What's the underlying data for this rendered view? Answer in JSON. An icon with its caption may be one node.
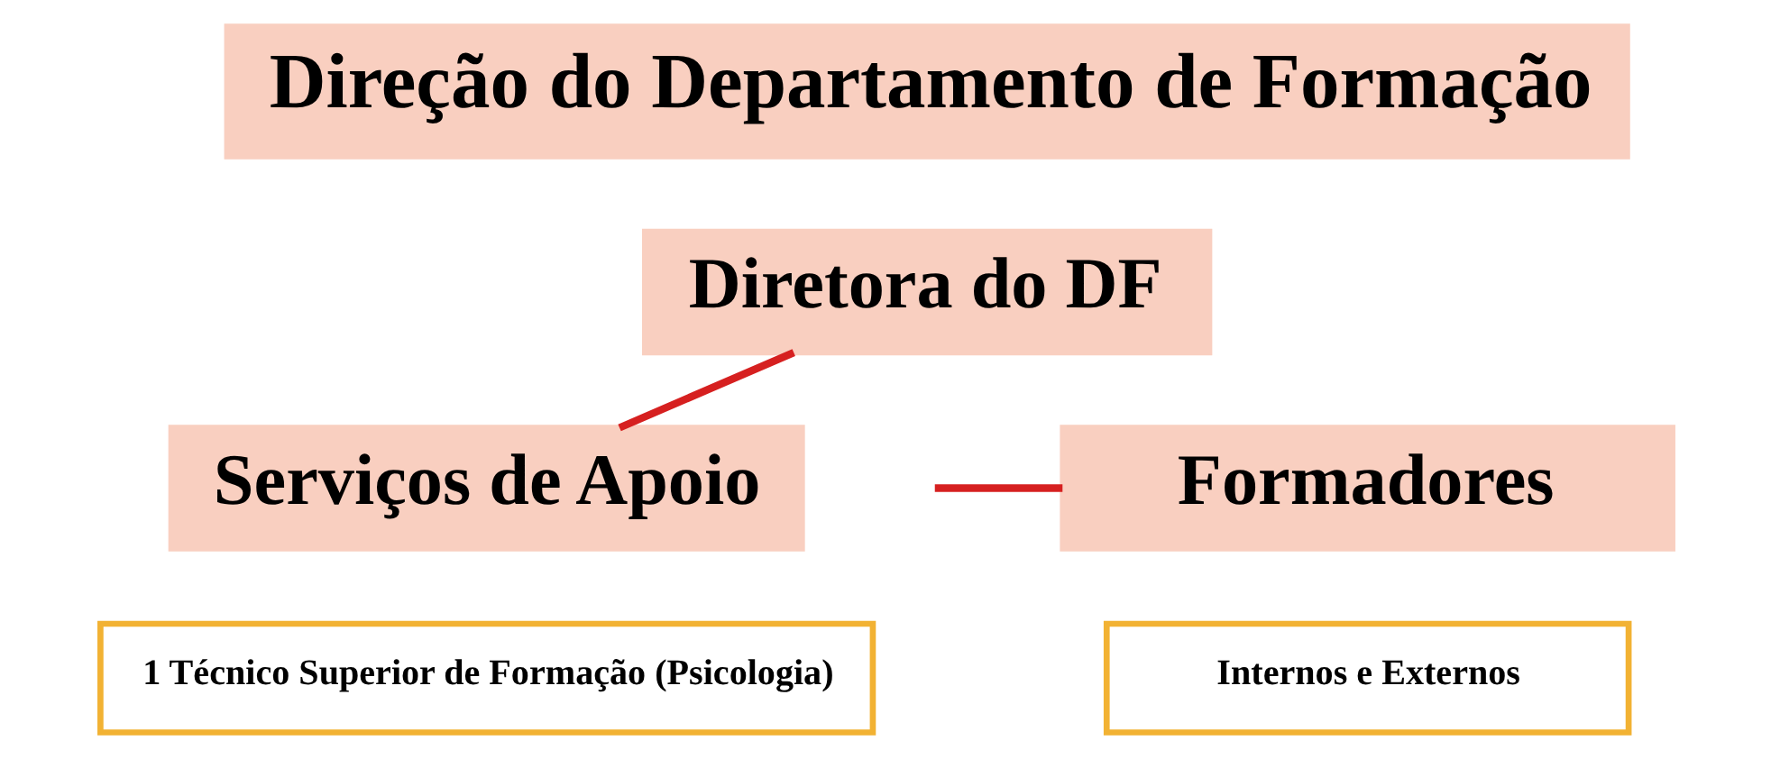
{
  "diagram": {
    "nodes": [
      {
        "text": [
          "Direção do Departamento de Formação"
        ]
      },
      {
        "text": [
          "Diretora do DF"
        ]
      },
      {
        "text": [
          "Serviços de Apoio"
        ]
      },
      {
        "text": [
          "1 Técnico Superior de Formação (Psicologia)"
        ]
      },
      {
        "text": [
          "Formadores"
        ]
      },
      {
        "text": [
          "Internos e Externos"
        ]
      }
    ],
    "edges": [
      {
        "from": 1,
        "to": 2,
        "arrow": "none",
        "color": "#d62020"
      },
      {
        "from": null,
        "to": 4,
        "arrow": "none",
        "color": "#d62020"
      }
    ]
  }
}
